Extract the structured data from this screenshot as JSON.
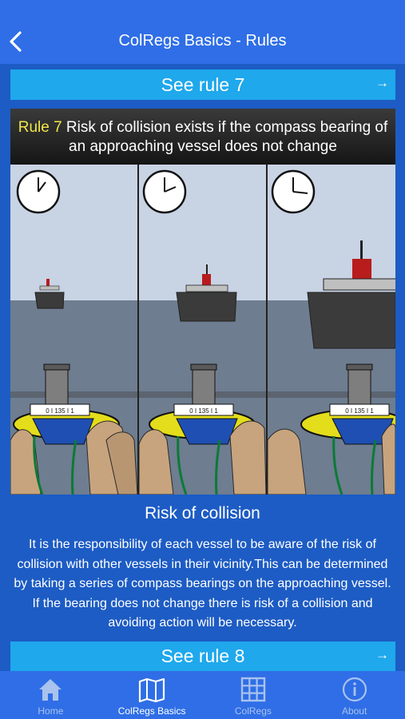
{
  "nav": {
    "title": "ColRegs Basics - Rules",
    "back_icon": "chevron-left-icon"
  },
  "buttons": {
    "prev_rule": "See rule 7",
    "next_rule": "See rule 8",
    "arrow_icon": "arrow-right-icon"
  },
  "illustration": {
    "caption_highlight": "Rule 7",
    "caption_text": " Risk of collision exists if the compass bearing of an approaching vessel does not change",
    "compass_reading": "0 I 135 I 1"
  },
  "content": {
    "title": "Risk of collision",
    "body": "It is the responsibility of each vessel to be aware of the risk of collision with other vessels in their vicinity.This can be determined by taking a series of compass bearings on the approaching vessel. If the bearing does not change there is risk of a collision and avoiding action will be necessary."
  },
  "tabs": [
    {
      "label": "Home",
      "icon": "home-icon"
    },
    {
      "label": "ColRegs Basics",
      "icon": "map-icon"
    },
    {
      "label": "ColRegs",
      "icon": "grid-icon"
    },
    {
      "label": "About",
      "icon": "info-icon"
    }
  ],
  "colors": {
    "background": "#1d5cc4",
    "navbar": "#2f6ee6",
    "button": "#1fa8ec",
    "caption_highlight": "#f2e64a"
  }
}
